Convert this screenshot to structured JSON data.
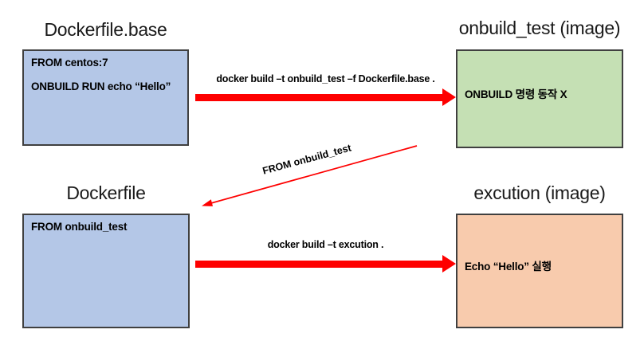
{
  "diagram": {
    "nodes": {
      "dockerfile_base": {
        "title": "Dockerfile.base",
        "lines": [
          "FROM centos:7",
          "ONBUILD RUN echo “Hello”"
        ],
        "fill": "#b4c7e7"
      },
      "onbuild_test": {
        "title": "onbuild_test (image)",
        "lines": [
          "ONBUILD 명령 동작 X"
        ],
        "fill": "#c5e0b4"
      },
      "dockerfile": {
        "title": "Dockerfile",
        "lines": [
          "FROM onbuild_test"
        ],
        "fill": "#b4c7e7"
      },
      "excution": {
        "title": "excution (image)",
        "lines": [
          "Echo “Hello” 실행"
        ],
        "fill": "#f8cbad"
      }
    },
    "arrows": {
      "build_base": {
        "label": "docker build –t onbuild_test –f Dockerfile.base .",
        "color": "#fe0000",
        "style": "thick"
      },
      "from_onbuild": {
        "label": "FROM onbuild_test",
        "color": "#fe0000",
        "style": "thin"
      },
      "build_excution": {
        "label": "docker build –t excution .",
        "color": "#fe0000",
        "style": "thick"
      }
    },
    "colors": {
      "background": "#ffffff",
      "box_border": "#404040",
      "arrow_red": "#fe0000"
    }
  }
}
